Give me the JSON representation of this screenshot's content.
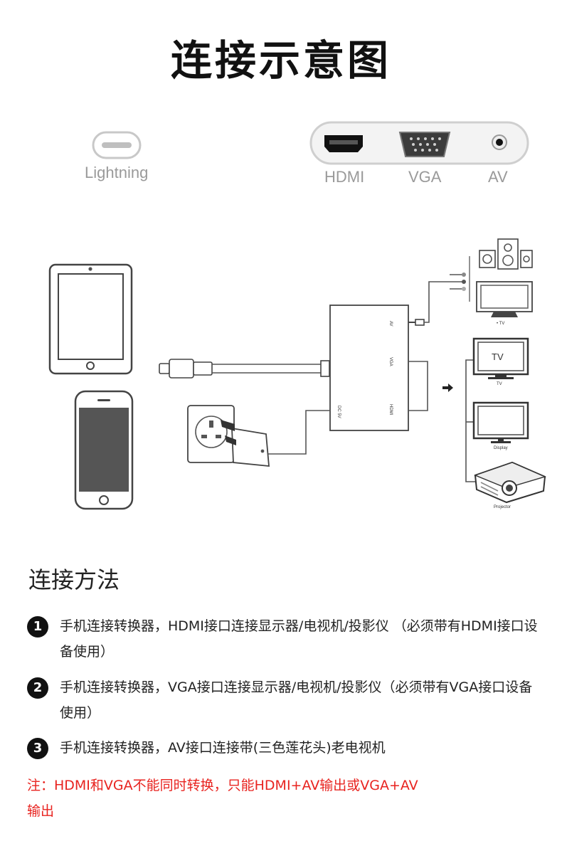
{
  "title": "连接示意图",
  "ports": {
    "lightning": "Lightning",
    "hdmi": "HDMI",
    "vga": "VGA",
    "av": "AV"
  },
  "hub_labels": {
    "av": "AV",
    "vga": "VGA",
    "hdmi": "HDMI",
    "dc": "DC 5V"
  },
  "devices": {
    "tv_small": "• TV",
    "tv_screen": "TV",
    "tv": "TV",
    "display": "Display",
    "projector": "Projector"
  },
  "section_title": "连接方法",
  "steps": [
    {
      "num": "1",
      "text": "手机连接转换器，HDMI接口连接显示器/电视机/投影仪 （必须带有HDMI接口设备使用）"
    },
    {
      "num": "2",
      "text": "手机连接转换器，VGA接口连接显示器/电视机/投影仪（必须带有VGA接口设备使用）"
    },
    {
      "num": "3",
      "text": "手机连接转换器，AV接口连接带(三色莲花头)老电视机"
    }
  ],
  "note": "注：HDMI和VGA不能同时转换，只能HDMI+AV输出或VGA+AV输出",
  "colors": {
    "note": "#e8231f",
    "port_label": "#9a9a9a"
  }
}
